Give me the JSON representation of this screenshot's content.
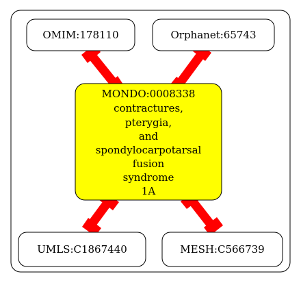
{
  "diagram": {
    "center": {
      "lines": [
        "MONDO:0008338",
        "contractures,",
        "pterygia,",
        "and",
        "spondylocarpotarsal",
        "fusion",
        "syndrome",
        "1A"
      ],
      "fill_color": "#ffff00"
    },
    "nodes": {
      "omim": "OMIM:178110",
      "orphanet": "Orphanet:65743",
      "umls": "UMLS:C1867440",
      "mesh": "MESH:C566739"
    },
    "edge_color": "#ff0000",
    "stroke_color": "#000000"
  }
}
